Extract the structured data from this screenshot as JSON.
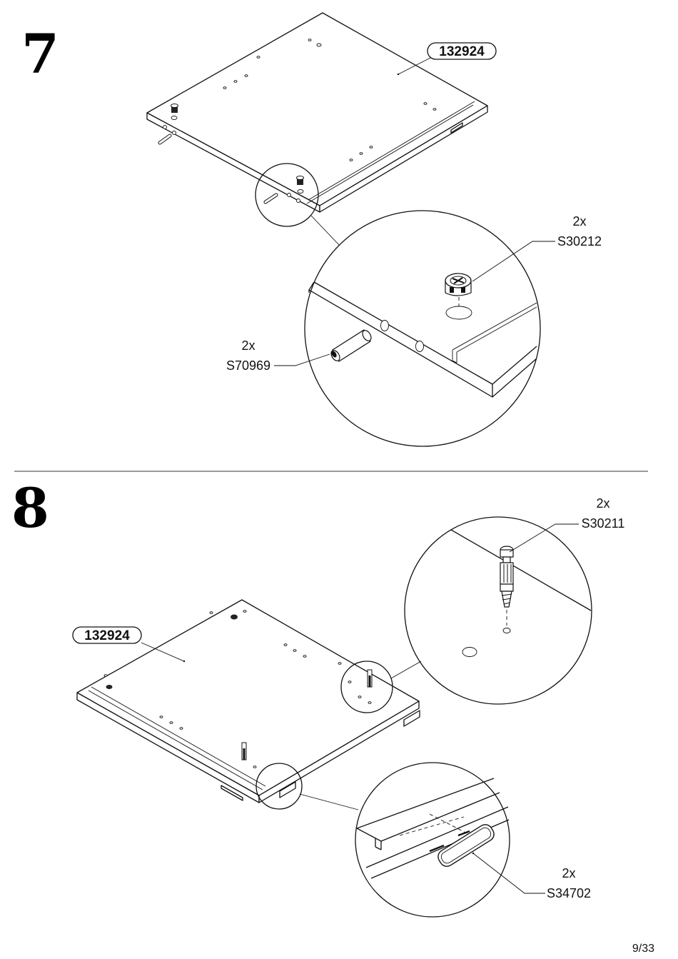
{
  "steps": [
    {
      "number": "7",
      "panel_label": "132924",
      "callouts": [
        {
          "qty": "2x",
          "code": "S30212"
        },
        {
          "qty": "2x",
          "code": "S70969"
        }
      ]
    },
    {
      "number": "8",
      "panel_label": "132924",
      "callouts": [
        {
          "qty": "2x",
          "code": "S30211"
        },
        {
          "qty": "2x",
          "code": "S34702"
        }
      ]
    }
  ],
  "page_number": "9/33"
}
